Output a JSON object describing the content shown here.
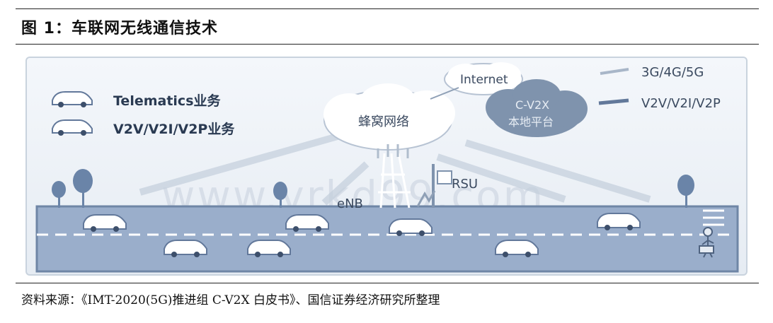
{
  "figure_title": "图 1：车联网无线通信技术",
  "source_note": "资料来源：《IMT-2020(5G)推进组 C-V2X 白皮书》、国信证券经济研究所整理",
  "legend": {
    "telematics": "Telematics业务",
    "v2v": "V2V/V2I/V2P业务",
    "generation": "3G/4G/5G",
    "v2x_modes": "V2V/V2I/V2P"
  },
  "network": {
    "cellular": "蜂窝网络",
    "internet": "Internet",
    "cv2x_line1": "C-V2X",
    "cv2x_line2": "本地平台",
    "enb": "eNB",
    "rsu": "RSU"
  },
  "watermark": "www.vrkd99.com",
  "colors": {
    "road": "#9aaecb",
    "sky": "#eef2f7",
    "cloud_dark": "#7f93ad",
    "accent": "#2a3a52"
  }
}
